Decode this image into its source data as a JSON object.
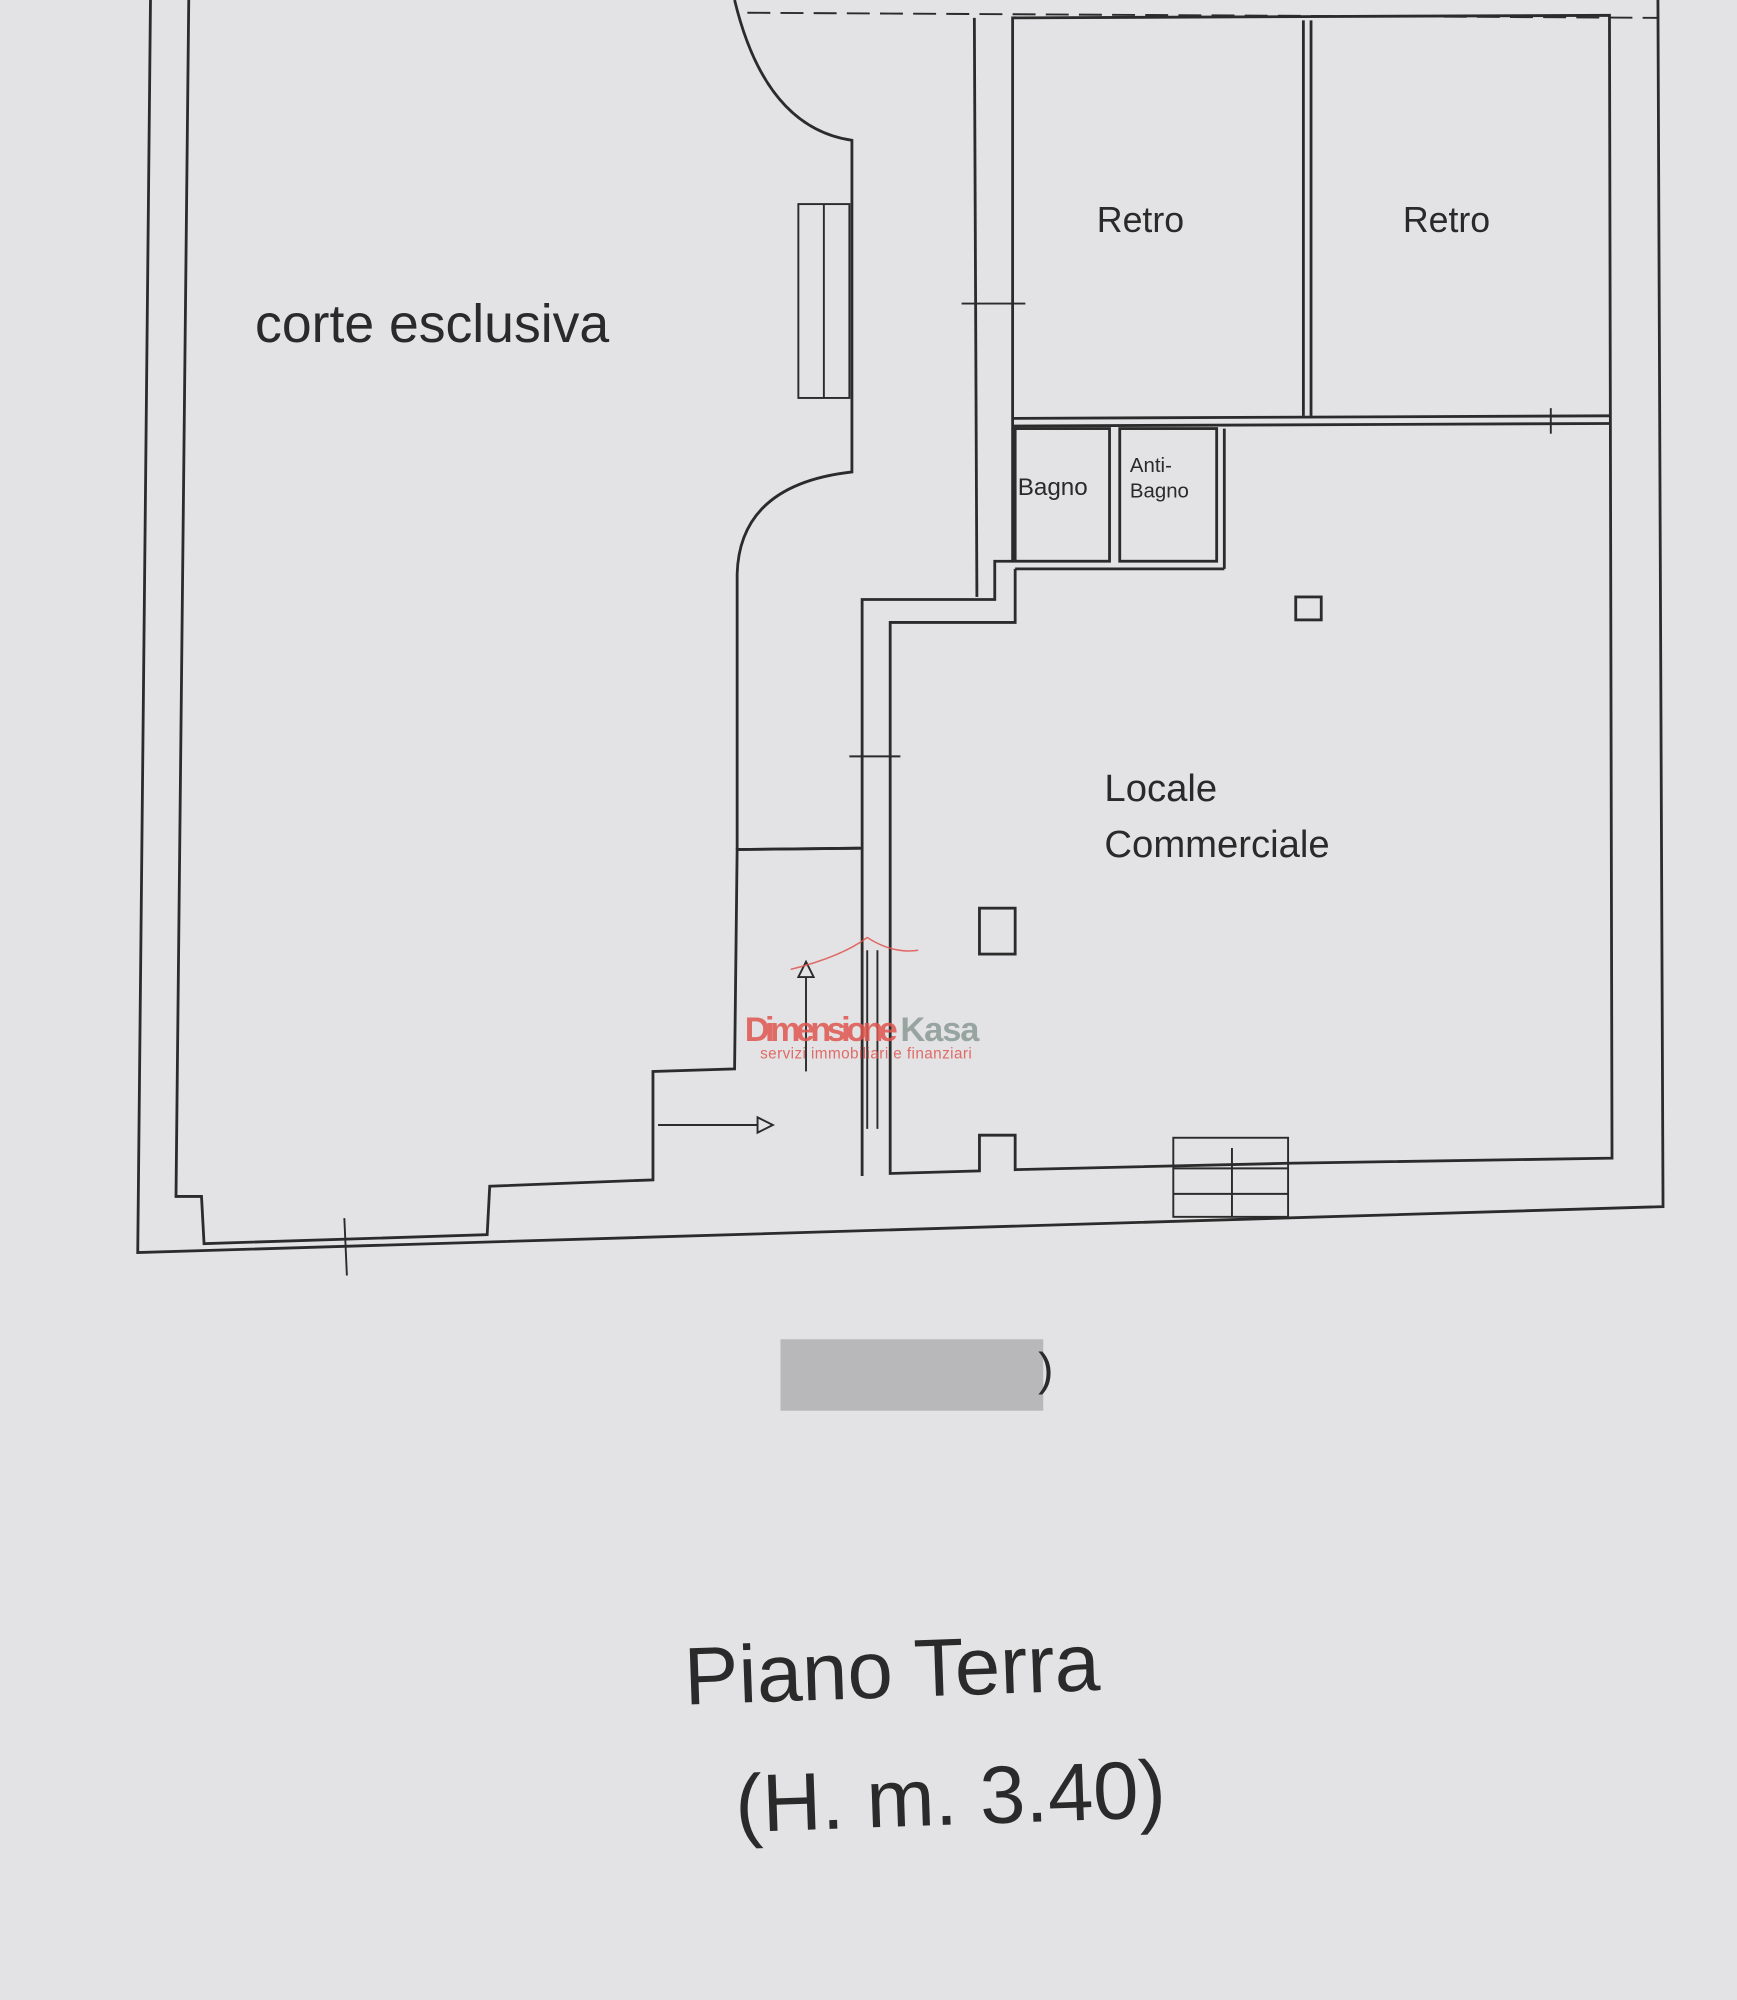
{
  "rooms": {
    "court": "corte esclusiva",
    "back1": "Retro",
    "back2": "Retro",
    "bath": "Bagno",
    "antibath_1": "Anti-",
    "antibath_2": "Bagno",
    "shop_1": "Locale",
    "shop_2": "Commerciale"
  },
  "watermark": {
    "brand_a": "Dimensione",
    "brand_b": "Kasa",
    "tagline": "servizi immobiliari e finanziari",
    "color_a": "#e0554f",
    "color_b": "#8c9a94"
  },
  "redacted_label_suffix": ")",
  "floor": {
    "name": "Piano Terra",
    "height": "(H. m. 3.40)"
  }
}
